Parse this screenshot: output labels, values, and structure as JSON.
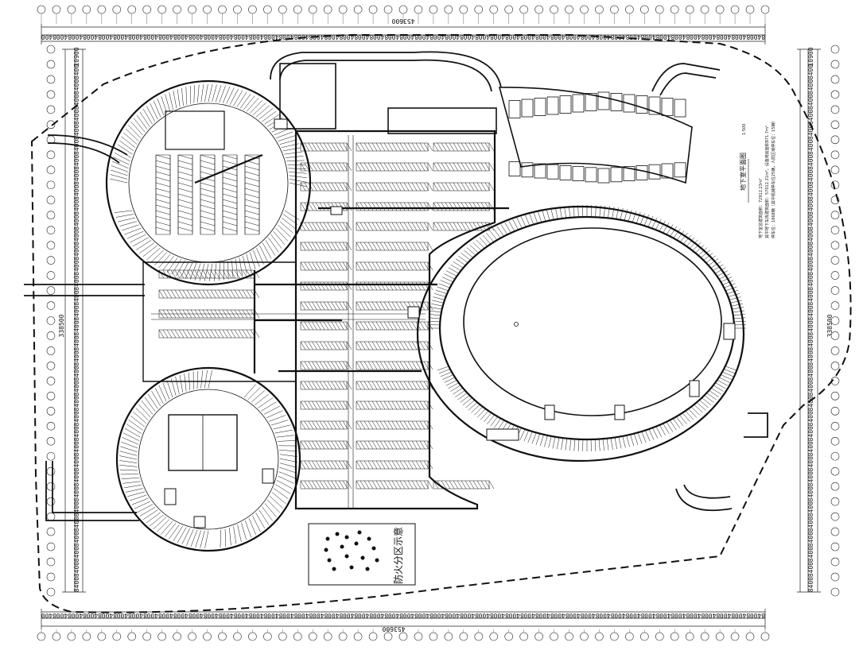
{
  "drawing": {
    "overall_width_dim": "453600",
    "overall_height_dim": "338500",
    "module_dim": "8400",
    "end_module_dim": "10900",
    "plan_title": "地下室平面图",
    "plan_scale": "1:500",
    "notes": [
      "地下室总建筑面积：72912.23m²",
      "其中地下车库建筑面积：57012.31m²，设备用房面积871.7m²",
      "停车位：1868辆（其中机械停车位25辆，人防区域停车位：15辆）"
    ],
    "fire_zone_legend": "防火分区示意",
    "colors": {
      "line": "#111111",
      "background": "#ffffff"
    }
  }
}
